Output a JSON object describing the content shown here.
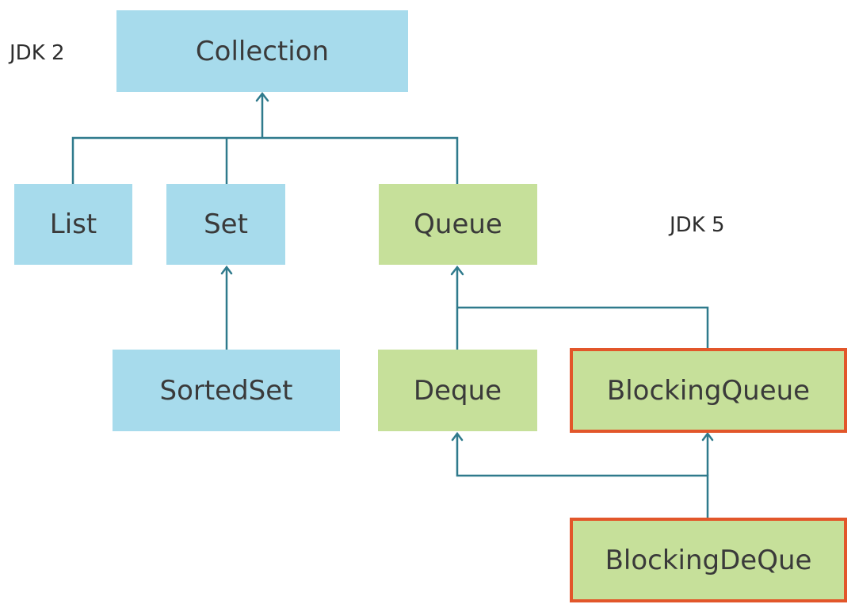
{
  "labels": {
    "jdk2": "JDK 2",
    "jdk5": "JDK 5"
  },
  "nodes": {
    "collection": "Collection",
    "list": "List",
    "set": "Set",
    "queue": "Queue",
    "sorted_set": "SortedSet",
    "deque": "Deque",
    "blocking_queue": "BlockingQueue",
    "blocking_deque": "BlockingDeQue"
  },
  "edges": [
    {
      "from": "list",
      "to": "collection"
    },
    {
      "from": "set",
      "to": "collection"
    },
    {
      "from": "queue",
      "to": "collection"
    },
    {
      "from": "sorted_set",
      "to": "set"
    },
    {
      "from": "deque",
      "to": "queue"
    },
    {
      "from": "blocking_queue",
      "to": "queue"
    },
    {
      "from": "blocking_deque",
      "to": "deque"
    },
    {
      "from": "blocking_deque",
      "to": "blocking_queue"
    }
  ],
  "colors": {
    "blue_box": "#a7dbec",
    "green_box": "#c6e09a",
    "highlight_border": "#e2562a",
    "connector": "#2f7a8c",
    "text": "#3a3a3a"
  }
}
